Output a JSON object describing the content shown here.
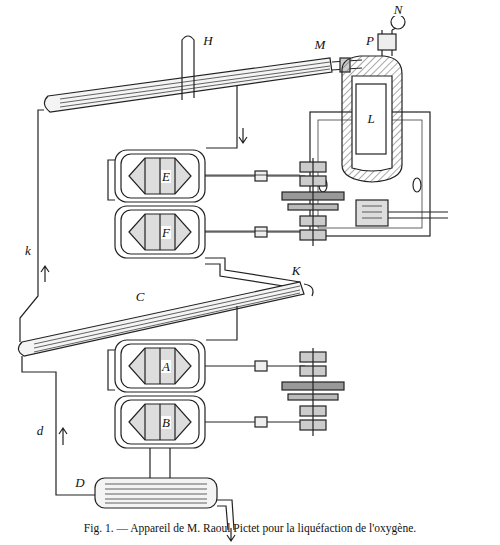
{
  "diagram": {
    "caption": "Fig. 1. — Appareil de M. Raoul Pictet pour la liquéfaction de l'oxygène.",
    "labels": [
      "N",
      "P",
      "M",
      "H",
      "L",
      "E",
      "F",
      "K",
      "C",
      "A",
      "B",
      "D",
      "k",
      "d"
    ]
  }
}
